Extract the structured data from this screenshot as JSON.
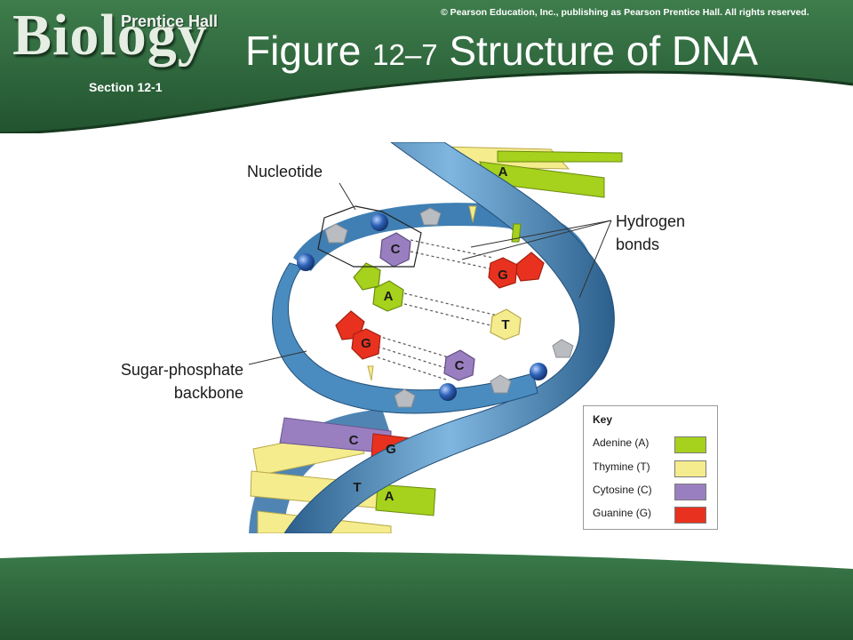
{
  "header": {
    "logo_main": "Biology",
    "logo_publisher": "Prentice Hall",
    "section": "Section 12-1",
    "copyright": "© Pearson Education, Inc., publishing as Pearson Prentice Hall. All rights reserved.",
    "title_prefix": "Figure ",
    "title_number": "12–7",
    "title_suffix": " Structure of DNA"
  },
  "labels": {
    "nucleotide": "Nucleotide",
    "hydrogen_line1": "Hydrogen",
    "hydrogen_line2": "bonds",
    "backbone_line1": "Sugar-phosphate",
    "backbone_line2": "backbone"
  },
  "bases": {
    "a": "A",
    "t": "T",
    "c": "C",
    "g": "G"
  },
  "key": {
    "title": "Key",
    "items": [
      {
        "label": "Adenine (A)",
        "color": "#a6d11c"
      },
      {
        "label": "Thymine (T)",
        "color": "#f5ec8e"
      },
      {
        "label": "Cytosine (C)",
        "color": "#9a7fc0"
      },
      {
        "label": "Guanine (G)",
        "color": "#e8321f"
      }
    ]
  },
  "colors": {
    "banner_green": "#2f6b3e",
    "ribbon_blue": "#4a8cbf",
    "phosphate_blue": "#1f4f9c",
    "sugar_gray": "#b9bcc1"
  }
}
